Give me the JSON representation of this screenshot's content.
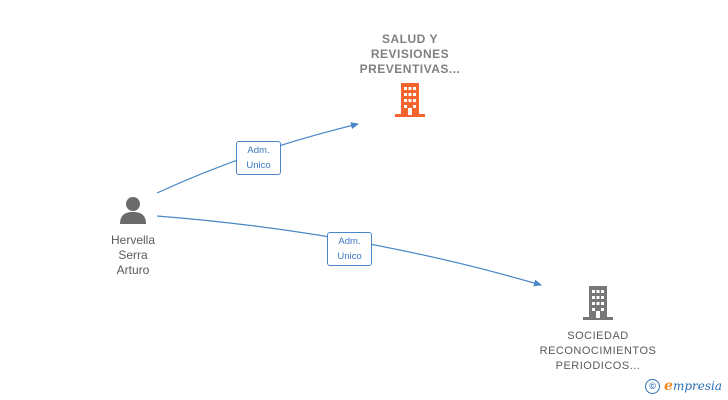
{
  "colors": {
    "edge": "#4a86c8",
    "main_company": "#f4642c",
    "other_company": "#777777",
    "person": "#6b6b6b"
  },
  "companies": [
    {
      "id": "main",
      "label_lines": [
        "SALUD Y",
        "REVISIONES",
        "PREVENTIVAS..."
      ],
      "icon": "building-icon"
    },
    {
      "id": "second",
      "label_lines": [
        "SOCIEDAD",
        "RECONOCIMIENTOS",
        "PERIODICOS..."
      ],
      "icon": "building-icon"
    }
  ],
  "person": {
    "label_lines": [
      "Hervella",
      "Serra",
      "Arturo"
    ],
    "icon": "person-icon"
  },
  "relations": [
    {
      "from": "person",
      "to": "main",
      "role_lines": [
        "Adm.",
        "Unico"
      ]
    },
    {
      "from": "person",
      "to": "second",
      "role_lines": [
        "Adm.",
        "Unico"
      ]
    }
  ],
  "footer": {
    "copyright": "©",
    "brand_initial": "e",
    "brand_rest": "mpresia"
  }
}
